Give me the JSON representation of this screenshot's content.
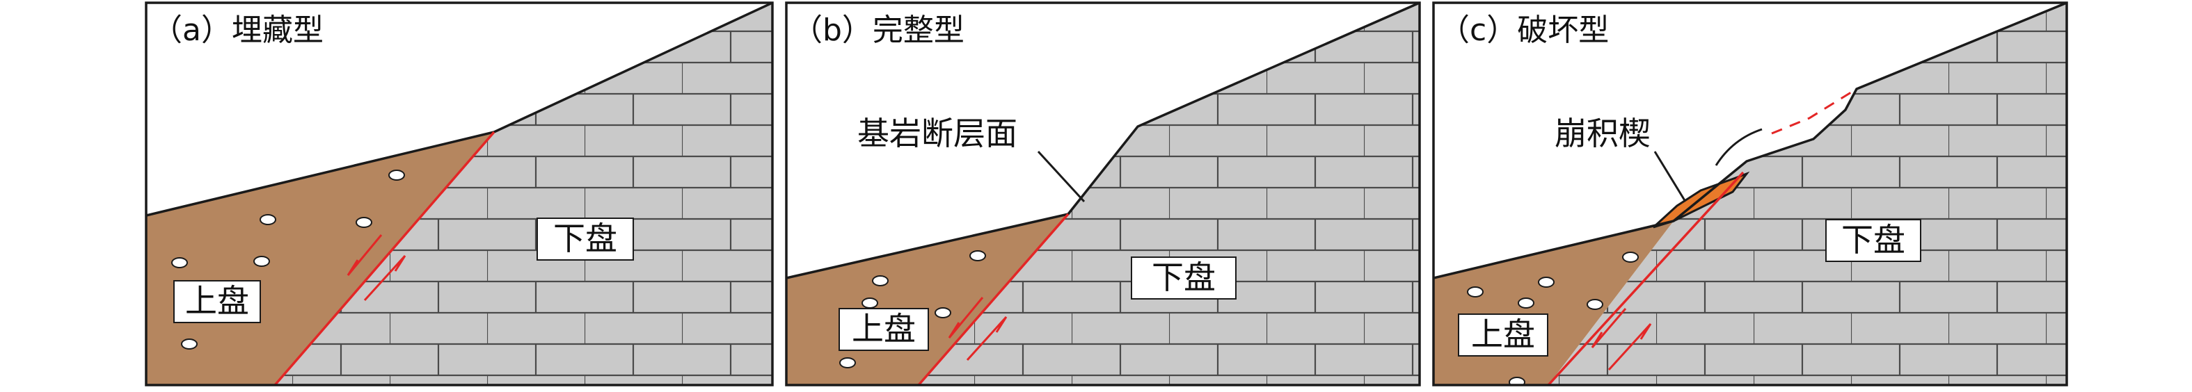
{
  "panels": [
    {
      "id": "a",
      "title": "（a）埋藏型",
      "hanging_wall": "上盘",
      "footwall": "下盘"
    },
    {
      "id": "b",
      "title": "（b）完整型",
      "hanging_wall": "上盘",
      "footwall": "下盘",
      "callout": "基岩断层面"
    },
    {
      "id": "c",
      "title": "（c）破坏型",
      "hanging_wall": "上盘",
      "footwall": "下盘",
      "callout": "崩积楔"
    }
  ],
  "colors": {
    "sediment": "#b5865f",
    "rock": "#c9c9c9",
    "brick_line": "#4a4a4a",
    "fault": "#e32626",
    "wedge": "#e87a2a",
    "outline": "#1a1a1a",
    "background": "#ffffff"
  }
}
